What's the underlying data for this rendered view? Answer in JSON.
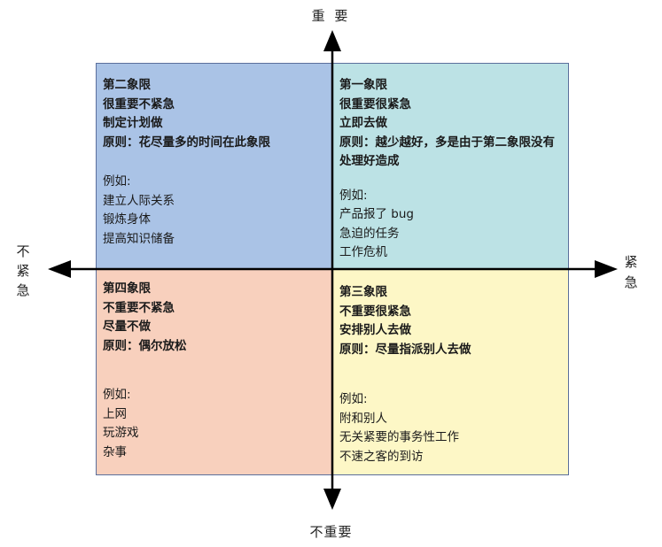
{
  "axes": {
    "top": "重 要",
    "bottom": "不重要",
    "left": [
      "不",
      "紧",
      "急"
    ],
    "right": [
      "紧",
      "急"
    ]
  },
  "quadrants": {
    "q2": {
      "header": [
        "第二象限",
        "很重要不紧急",
        "制定计划做",
        "原则：花尽量多的时间在此象限"
      ],
      "examples_label": "例如:",
      "examples": [
        "建立人际关系",
        "锻炼身体",
        "提高知识储备"
      ]
    },
    "q1": {
      "header": [
        "第一象限",
        "很重要很紧急",
        "立即去做",
        "原则：越少越好，多是由于第二象限没有处理好造成"
      ],
      "examples_label": "例如:",
      "examples": [
        "产品报了 bug",
        "急迫的任务",
        "工作危机"
      ]
    },
    "q4": {
      "header": [
        "第四象限",
        "不重要不紧急",
        "尽量不做",
        "原则：偶尔放松"
      ],
      "examples_label": "例如:",
      "examples": [
        "上网",
        "玩游戏",
        "杂事"
      ]
    },
    "q3": {
      "header": [
        "第三象限",
        "不重要很紧急",
        "安排别人去做",
        "原则：尽量指派别人去做"
      ],
      "examples_label": "例如:",
      "examples": [
        "附和别人",
        "无关紧要的事务性工作",
        "不速之客的到访"
      ]
    }
  },
  "colors": {
    "q1": "#bce2e5",
    "q2": "#aac3e6",
    "q3": "#fdf7c6",
    "q4": "#f8d0bd",
    "axis": "#000000"
  }
}
